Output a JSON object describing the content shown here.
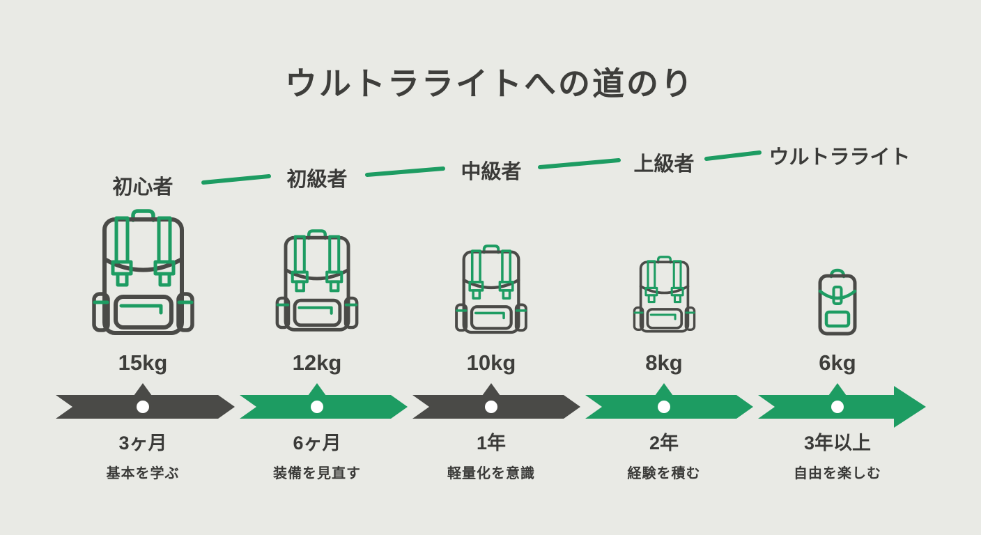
{
  "title": "ウルトラライトへの道のり",
  "colors": {
    "background": "#e9eae5",
    "accent_green": "#1d9c62",
    "dark_gray": "#4a4a47",
    "text": "#3a3a38",
    "marker_dot": "#ffffff"
  },
  "timeline": {
    "direction": "left-to-right",
    "segment_fills": [
      "#4a4a47",
      "#1d9c62",
      "#4a4a47",
      "#1d9c62",
      "#1d9c62"
    ],
    "dot_fill": "#ffffff"
  },
  "stages": [
    {
      "name": "初心者",
      "pack_weight": "15kg",
      "time": "3ヶ月",
      "note": "基本を学ぶ",
      "icon": "backpack-large-icon"
    },
    {
      "name": "初級者",
      "pack_weight": "12kg",
      "time": "6ヶ月",
      "note": "装備を見直す",
      "icon": "backpack-large-icon"
    },
    {
      "name": "中級者",
      "pack_weight": "10kg",
      "time": "1年",
      "note": "軽量化を意識",
      "icon": "backpack-large-icon"
    },
    {
      "name": "上級者",
      "pack_weight": "8kg",
      "time": "2年",
      "note": "経験を積む",
      "icon": "backpack-large-icon"
    },
    {
      "name": "ウルトラライト",
      "pack_weight": "6kg",
      "time": "3年以上",
      "note": "自由を楽しむ",
      "icon": "daypack-icon"
    }
  ]
}
